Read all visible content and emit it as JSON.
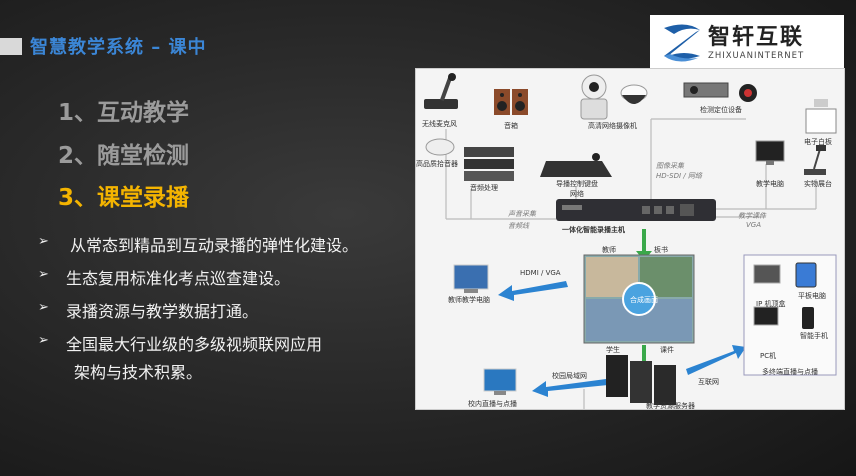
{
  "header": {
    "title": "智慧教学系统 – 课中"
  },
  "logo": {
    "name": "智轩互联",
    "subtitle": "ZHIXUANINTERNET"
  },
  "menu": [
    {
      "label": "1、互动教学"
    },
    {
      "label": "2、随堂检测"
    },
    {
      "label": "3、课堂录播"
    }
  ],
  "bullets": [
    "从常态到精品到互动录播的弹性化建设。",
    "生态复用标准化考点巡查建设。",
    "录播资源与教学数据打通。",
    "全国最大行业级的多级视频联网应用",
    "架构与技术积累。"
  ],
  "diagram": {
    "labels": {
      "mic": "无线麦克风",
      "speaker": "音箱",
      "hd_camera": "高清网络摄像机",
      "detector": "检测定位设备",
      "audio_source": "高品质拾音器",
      "audio_proc": "音频处理",
      "director": "导播控制键盘",
      "network": "网络",
      "image_capture": "图像采集",
      "hdsdi": "HD-SDI / 网络",
      "ewhiteboard": "电子白板",
      "teacher_pc": "教学电脑",
      "booth": "实物展台",
      "sound_capture": "声音采集",
      "audio_line": "音频线",
      "recorder": "一体化智能录播主机",
      "teaching_courseware": "教学课件",
      "vga": "VGA",
      "teacher": "教师",
      "board": "板书",
      "composite": "合成画面",
      "student": "学生",
      "courseware": "课件",
      "hdmi_vga": "HDMI / VGA",
      "teacher_teaching_pc": "教师教学电脑",
      "ip_rec_phone": "IP 机顶盒",
      "tablet": "平板电脑",
      "pc": "PC机",
      "smartphone": "智能手机",
      "multi_terminal": "多终端直播与点播",
      "campus_lan": "校园局域网",
      "internet": "互联网",
      "campus_live": "校内直播与点播",
      "resource_server": "教学资源服务器"
    }
  }
}
